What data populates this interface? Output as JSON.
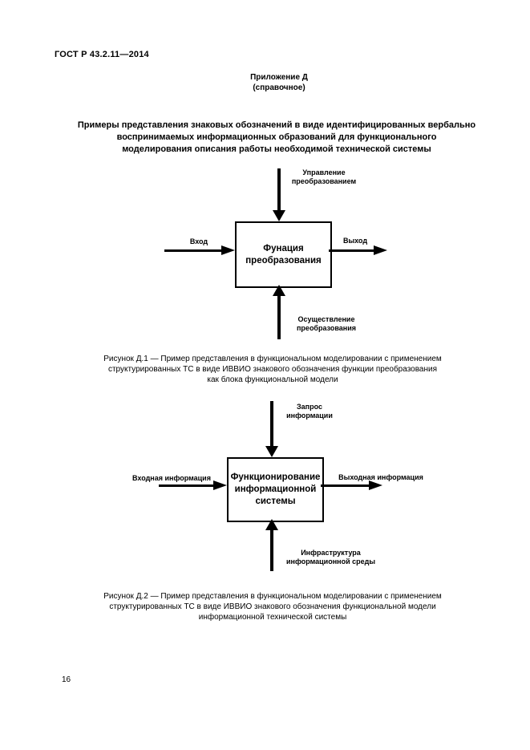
{
  "header": {
    "doc_number": "ГОСТ Р 43.2.11—2014",
    "appendix_title": "Приложение Д",
    "appendix_note": "(справочное)",
    "title": "Примеры представления знаковых обозначений в виде идентифицированных вербально\nвоспринимаемых информационных образований для функционального\nмоделирования описания работы необходимой технической системы"
  },
  "figure1": {
    "control_label": "Управление\nпреобразованием",
    "input_label": "Вход",
    "output_label": "Выход",
    "mechanism_label": "Осуществление\nпреобразования",
    "box_label": "Фунация\nпреобразования",
    "caption": "Рисунок Д.1 — Пример представления в функциональном моделировании с применением\nструктурированных ТС в виде ИВВИО знакового обозначения функции преобразования\nкак блока функциональной модели"
  },
  "figure2": {
    "control_label": "Запрос\nинформации",
    "input_label": "Входная информация",
    "output_label": "Выходная информация",
    "mechanism_label": "Инфраструктура\nинформационной среды",
    "box_label": "Функционирование\nинформационной\nсистемы",
    "caption": "Рисунок Д.2 — Пример представления в функциональном моделировании с применением\nструктурированных ТС в виде ИВВИО знакового обозначения функциональной модели\nинформационной технической системы"
  },
  "footer": {
    "page_number": "16"
  },
  "colors": {
    "ink": "#000000",
    "paper": "#ffffff"
  }
}
